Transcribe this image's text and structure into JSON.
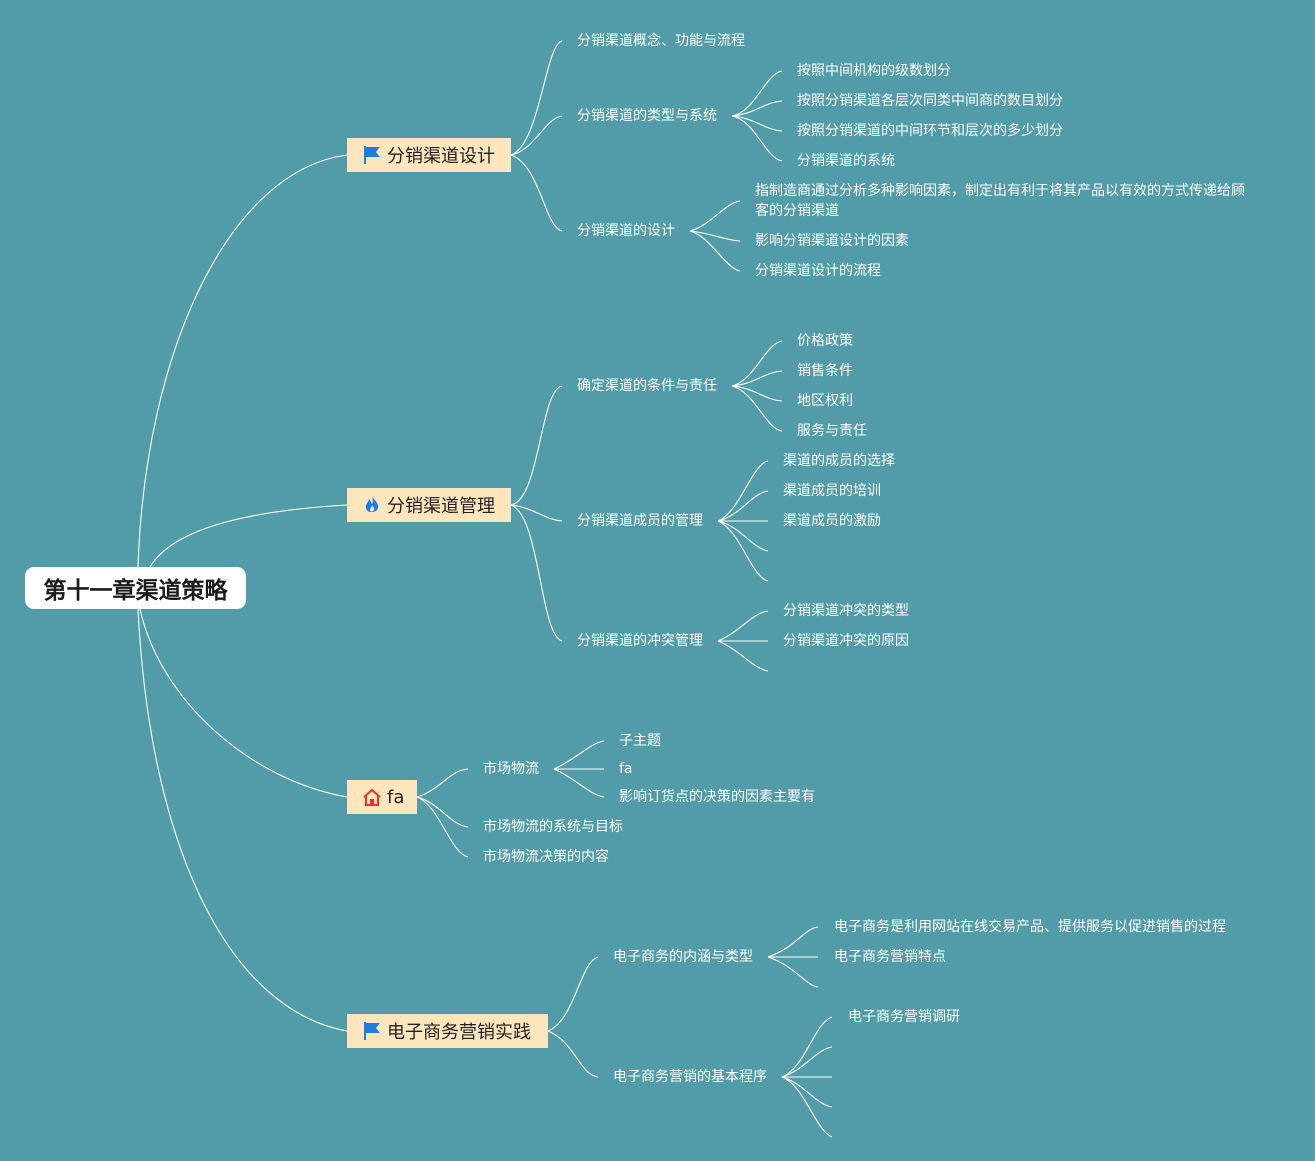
{
  "root": {
    "title": "第十一章渠道策略"
  },
  "main_topics": [
    {
      "label": "分销渠道设计",
      "icon": "blue-flag-icon"
    },
    {
      "label": "分销渠道管理",
      "icon": "fire-icon"
    },
    {
      "label": "fa",
      "icon": "house-icon"
    },
    {
      "label": "电子商务营销实践",
      "icon": "blue-flag-icon"
    }
  ],
  "design": {
    "concept": "分销渠道概念、功能与流程",
    "types": {
      "label": "分销渠道的类型与系统",
      "items": [
        "按照中间机构的级数划分",
        "按照分销渠道各层次同类中间商的数目划分",
        "按照分销渠道的中间环节和层次的多少划分",
        "分销渠道的系统"
      ]
    },
    "design_sub": {
      "label": "分销渠道的设计",
      "items": [
        "指制造商通过分析多种影响因素，制定出有利于将其产品以有效的方式传递给顾客的分销渠道",
        "影响分销渠道设计的因素",
        "分销渠道设计的流程"
      ]
    }
  },
  "management": {
    "conditions": {
      "label": "确定渠道的条件与责任",
      "items": [
        "价格政策",
        "销售条件",
        "地区权利",
        "服务与责任"
      ]
    },
    "members": {
      "label": "分销渠道成员的管理",
      "items": [
        "渠道的成员的选择",
        "渠道成员的培训",
        "渠道成员的激励"
      ]
    },
    "conflict": {
      "label": "分销渠道的冲突管理",
      "items": [
        "分销渠道冲突的类型",
        "分销渠道冲突的原因"
      ]
    }
  },
  "logistics": {
    "market": {
      "label": "市场物流",
      "items": [
        "子主题",
        "fa",
        "影响订货点的决策的因素主要有"
      ]
    },
    "system": "市场物流的系统与目标",
    "decision": "市场物流决策的内容"
  },
  "ecommerce": {
    "meaning": {
      "label": "电子商务的内涵与类型",
      "items": [
        "电子商务是利用网站在线交易产品、提供服务以促进销售的过程",
        "电子商务营销特点"
      ]
    },
    "procedure": {
      "label": "电子商务营销的基本程序",
      "items": [
        "电子商务营销调研"
      ]
    }
  },
  "colors": {
    "background": "#519ca8",
    "main_topic_fill": "#fde6bd",
    "root_fill": "#ffffff",
    "line": "#ffffff"
  }
}
